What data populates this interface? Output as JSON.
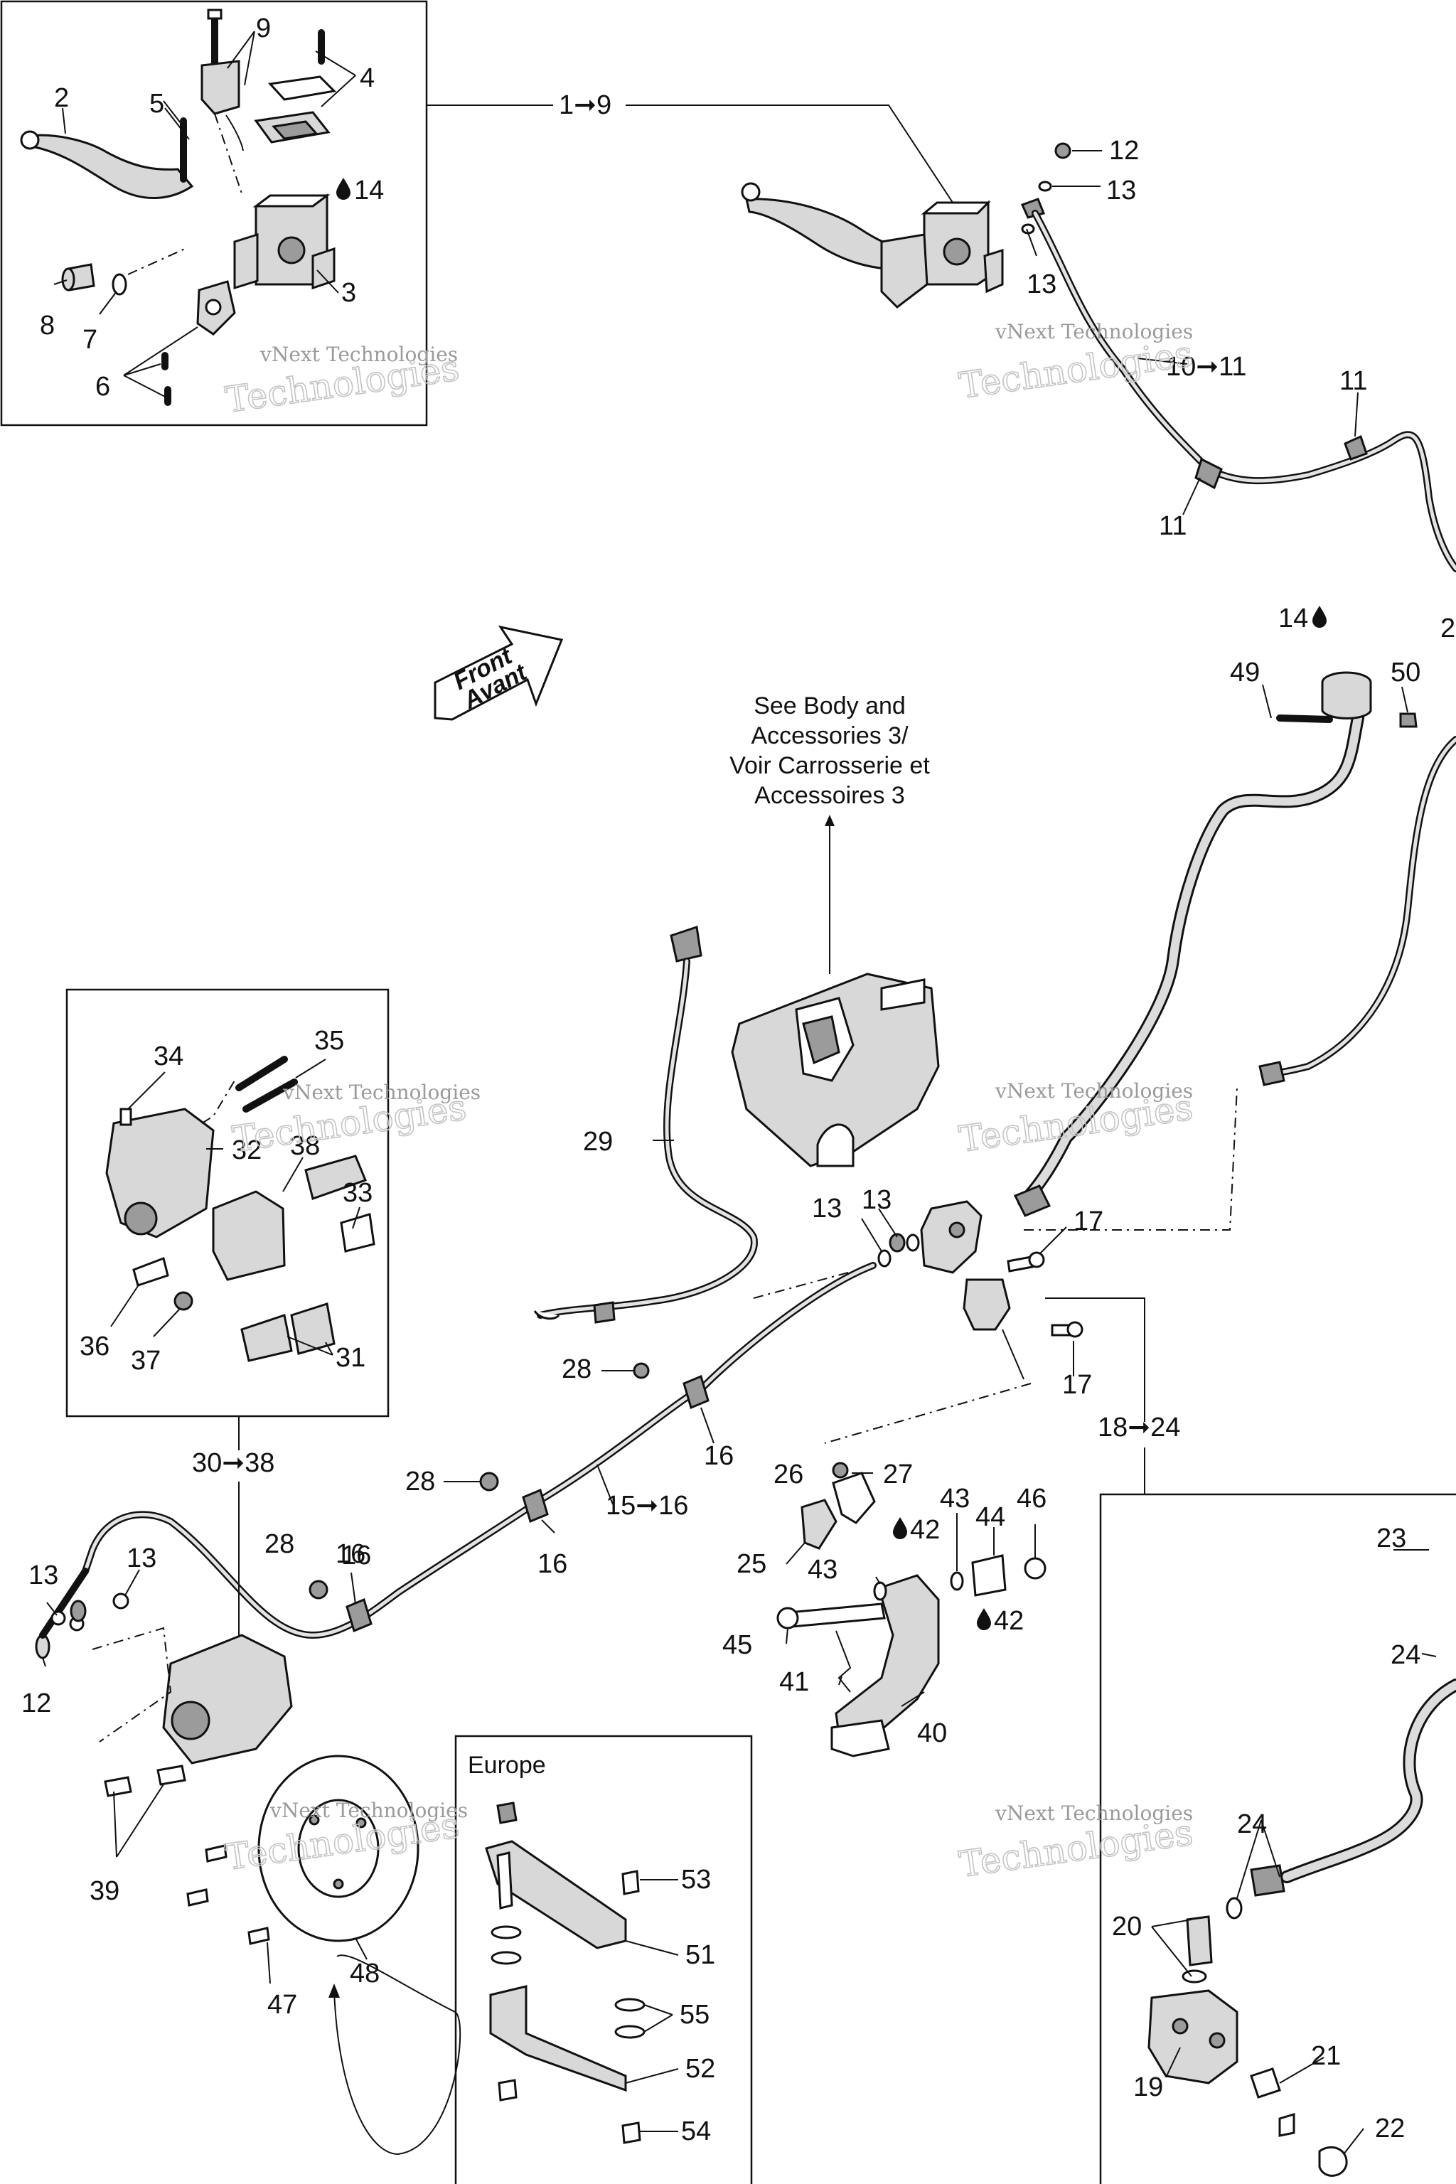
{
  "callouts": {
    "c1_9": "1➞9",
    "c10_11": "10➞11",
    "c15_16": "15➞16",
    "c18_24": "18➞24",
    "c30_38": "30➞38",
    "n2": "2",
    "n3": "3",
    "n4": "4",
    "n5": "5",
    "n6": "6",
    "n7": "7",
    "n8": "8",
    "n9": "9",
    "n11": "11",
    "n12": "12",
    "n13": "13",
    "n14": "14",
    "n16": "16",
    "n17": "17",
    "n19": "19",
    "n20": "20",
    "n21": "21",
    "n22": "22",
    "n23": "23",
    "n24": "24",
    "n25": "25",
    "n26": "26",
    "n27": "27",
    "n28": "28",
    "n29": "29",
    "n31": "31",
    "n32": "32",
    "n33": "33",
    "n34": "34",
    "n35": "35",
    "n36": "36",
    "n37": "37",
    "n38": "38",
    "n39": "39",
    "n40": "40",
    "n41": "41",
    "n42": "42",
    "n43": "43",
    "n44": "44",
    "n45": "45",
    "n46": "46",
    "n47": "47",
    "n48": "48",
    "n49": "49",
    "n50": "50",
    "n51": "51",
    "n52": "52",
    "n53": "53",
    "n54": "54",
    "n55": "55",
    "edge2": "2"
  },
  "front_arrow": {
    "line1": "Front",
    "line2": "Avant"
  },
  "see_body_note": {
    "line1": "See Body and",
    "line2": "Accessories 3/",
    "line3": "Voir Carrosserie et",
    "line4": "Accessoires 3"
  },
  "europe_label": "Europe",
  "watermark": {
    "small": "vNext Technologies",
    "large": "Technologies"
  },
  "icons": {
    "fluid": "drop-icon"
  }
}
